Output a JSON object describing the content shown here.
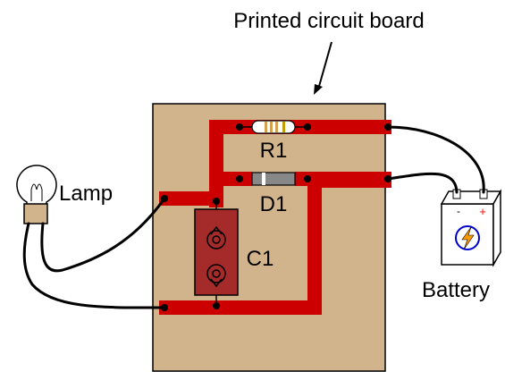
{
  "title": "Printed circuit board",
  "labels": {
    "resistor": "R1",
    "diode": "D1",
    "capacitor": "C1",
    "lamp": "Lamp",
    "battery": "Battery"
  },
  "battery": {
    "negative": "-",
    "positive": "+"
  },
  "colors": {
    "board": "#d2b48c",
    "trace": "#cc0000",
    "capacitor": "#a52a2a",
    "battery_case": "#ffffff",
    "battery_terminal_positive": "#ff0000",
    "battery_bolt": "#ff9900",
    "battery_ring": "#0000cc"
  },
  "icons": [
    "lightning-bolt-icon"
  ]
}
